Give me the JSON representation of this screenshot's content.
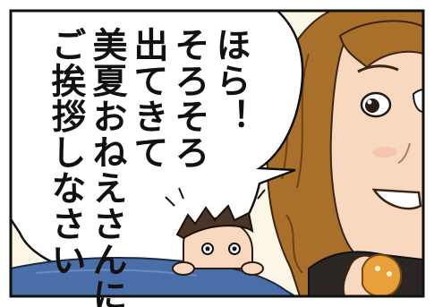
{
  "speech_bubble": {
    "lines": [
      "ほら！",
      "そろそろ",
      "出てきて",
      "美夏おねえさんに",
      "ご挨拶しなさい"
    ]
  },
  "colors": {
    "border": "#111111",
    "background": "#fbf6e6",
    "bubble": "#ffffff",
    "hair_woman": "#a9702c",
    "skin": "#f8d8bf",
    "blanket": "#4a6fa8",
    "hair_boy": "#4a3526",
    "cookie": "#e8a13a"
  }
}
